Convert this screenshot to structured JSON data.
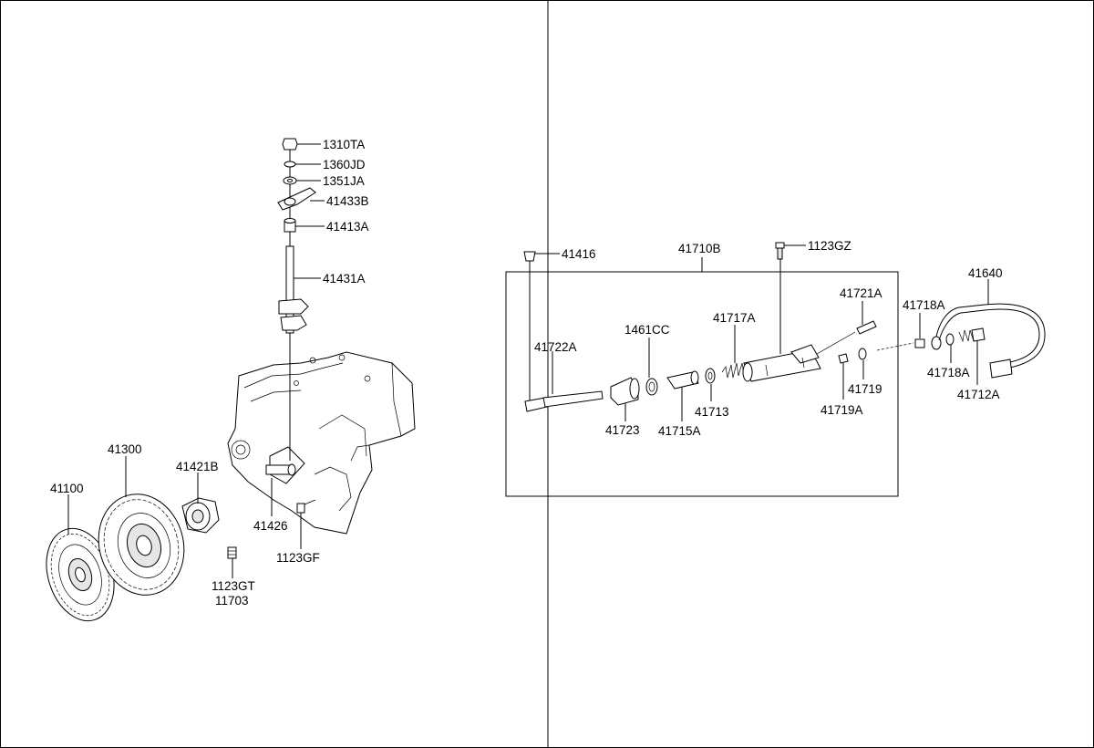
{
  "labels": {
    "p1310TA": "1310TA",
    "p1360JD": "1360JD",
    "p1351JA": "1351JA",
    "p41433B": "41433B",
    "p41413A": "41413A",
    "p41431A": "41431A",
    "p41300": "41300",
    "p41100": "41100",
    "p41421B": "41421B",
    "p41426": "41426",
    "p1123GF": "1123GF",
    "p1123GT": "1123GT",
    "p11703": "11703",
    "p41416": "41416",
    "p41710B": "41710B",
    "p1123GZ": "1123GZ",
    "p41640": "41640",
    "p41721A": "41721A",
    "p41718A_top": "41718A",
    "p41717A": "41717A",
    "p1461CC": "1461CC",
    "p41722A": "41722A",
    "p41723": "41723",
    "p41715A": "41715A",
    "p41713": "41713",
    "p41719A": "41719A",
    "p41719": "41719",
    "p41718A_bottom": "41718A",
    "p41712A": "41712A"
  }
}
